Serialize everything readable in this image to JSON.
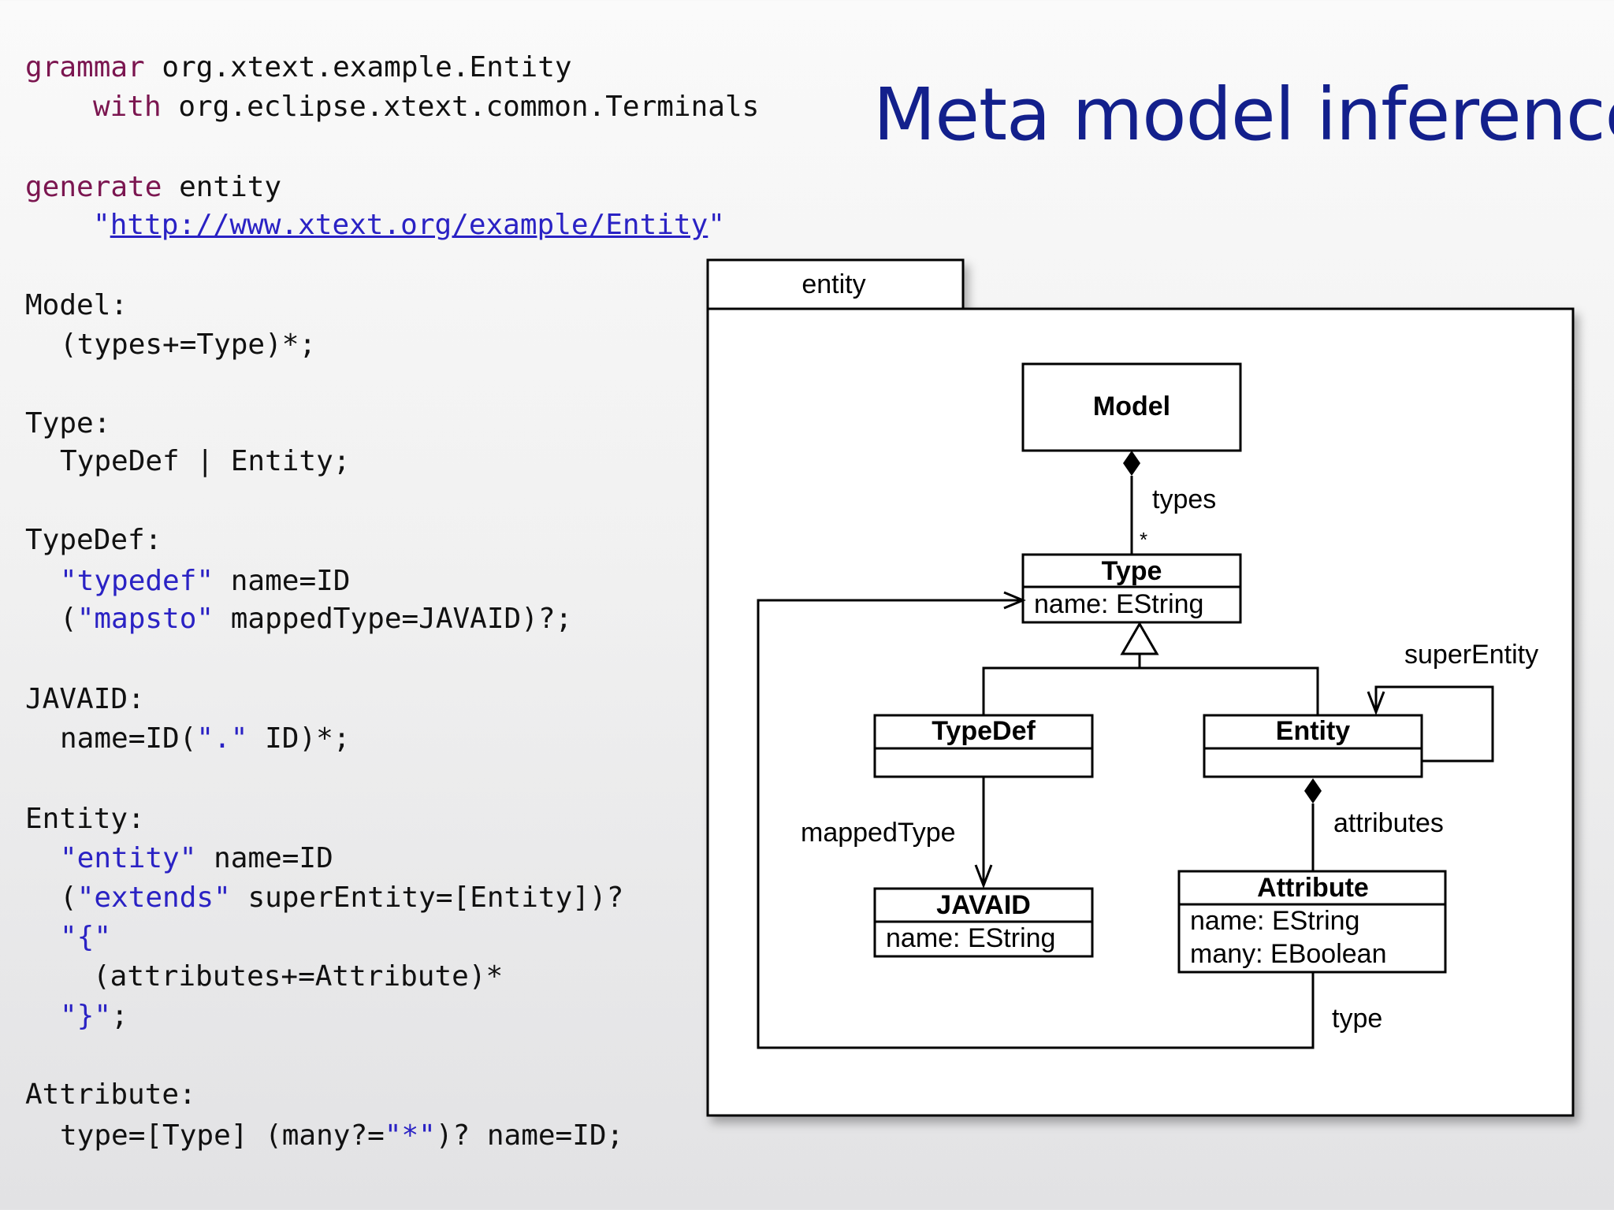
{
  "slide": {
    "title": "Meta model inference"
  },
  "code": {
    "grammar_kw": "grammar",
    "grammar_name": " org.xtext.example.Entity",
    "with_kw": "with",
    "with_name": " org.eclipse.xtext.common.Terminals",
    "generate_kw": "generate",
    "generate_name": " entity",
    "uri_quote_open": "\"",
    "uri": "http://www.xtext.org/example/Entity",
    "uri_quote_close": "\"",
    "model_rule": "Model:",
    "model_body": "(types+=Type)*;",
    "type_rule": "Type:",
    "type_body": "TypeDef | Entity;",
    "typedef_rule": "TypeDef:",
    "typedef_kw": "\"typedef\"",
    "typedef_name": " name=ID",
    "mapsto_open": "(",
    "mapsto_kw": "\"mapsto\"",
    "mapsto_rest": " mappedType=JAVAID)?;",
    "javaid_rule": "JAVAID:",
    "javaid_pre": "name=ID(",
    "javaid_dot": "\".\"",
    "javaid_post": " ID)*;",
    "entity_rule": "Entity:",
    "entity_kw": "\"entity\"",
    "entity_name": " name=ID",
    "extends_open": "(",
    "extends_kw": "\"extends\"",
    "extends_rest": " superEntity=[Entity])?",
    "lbrace": "\"{\"",
    "attributes_body": "(attributes+=Attribute)*",
    "rbrace": "\"}\"",
    "rbrace_semi": ";",
    "attribute_rule": "Attribute:",
    "attribute_pre": "type=[Type] (many?=",
    "attribute_star": "\"*\"",
    "attribute_post": ")? name=ID;"
  },
  "diagram": {
    "package_name": "entity",
    "classes": {
      "model": {
        "name": "Model"
      },
      "type": {
        "name": "Type",
        "attributes": [
          "name: EString"
        ]
      },
      "typedef": {
        "name": "TypeDef"
      },
      "entity": {
        "name": "Entity"
      },
      "javaid": {
        "name": "JAVAID",
        "attributes": [
          "name: EString"
        ]
      },
      "attribute": {
        "name": "Attribute",
        "attributes": [
          "name: EString",
          "many: EBoolean"
        ]
      }
    },
    "labels": {
      "types": "types",
      "types_multiplicity": "*",
      "super_entity": "superEntity",
      "mapped_type": "mappedType",
      "attributes": "attributes",
      "type": "type"
    }
  }
}
